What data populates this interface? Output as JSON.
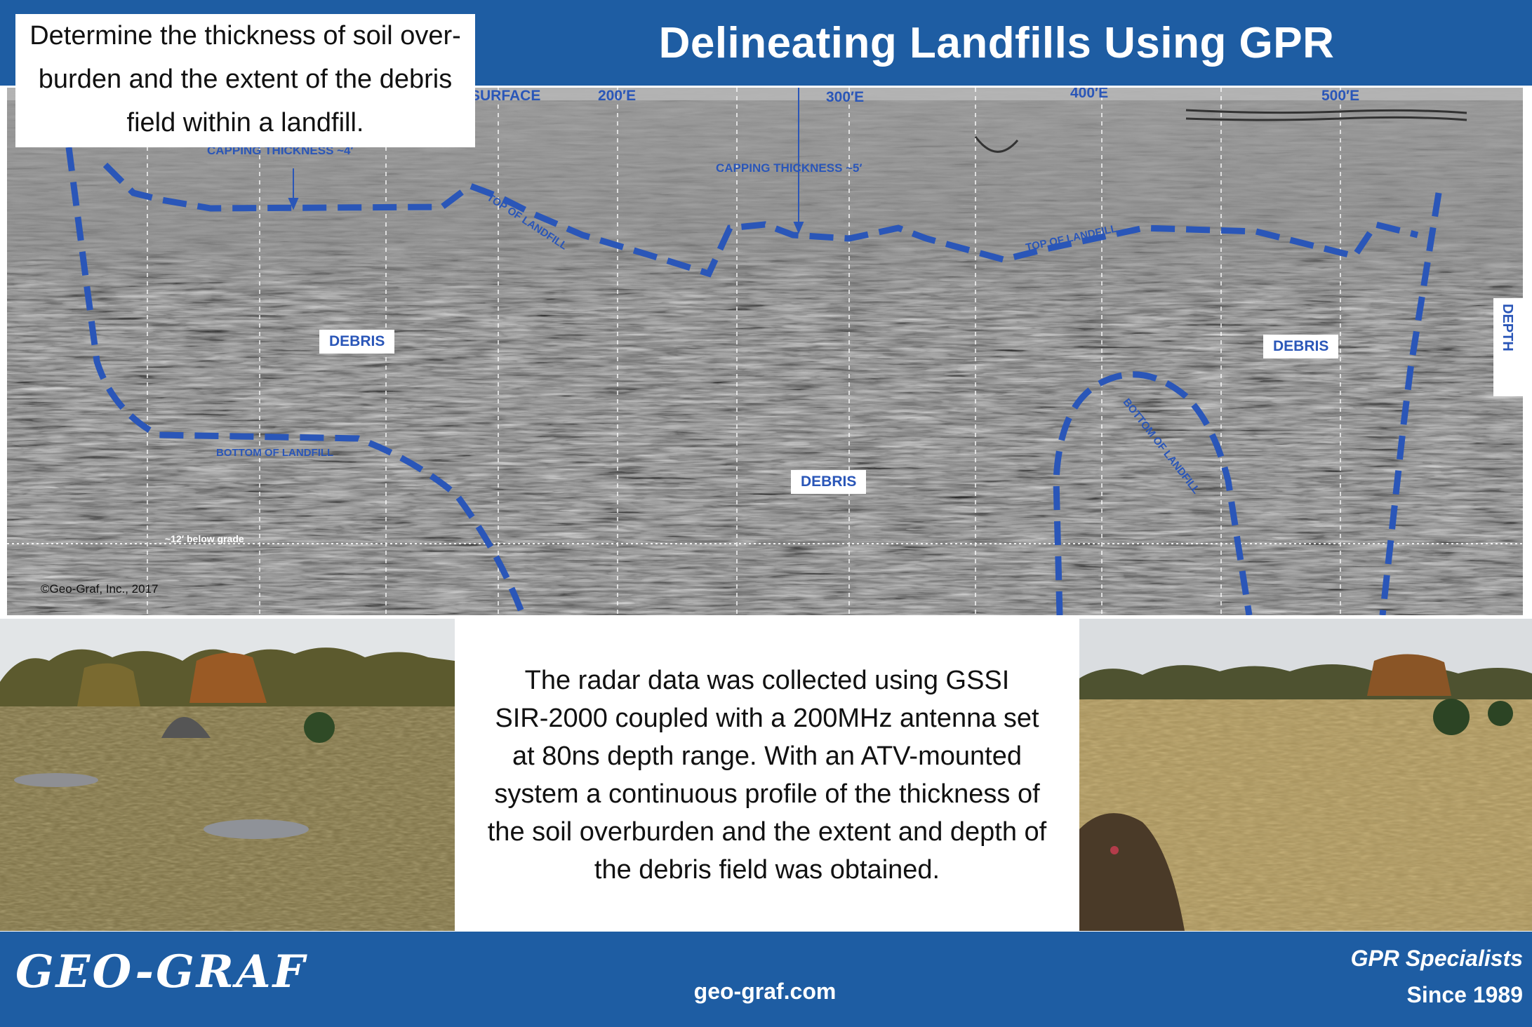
{
  "header": {
    "title": "Delineating Landfills Using GPR"
  },
  "callout": {
    "line1": "Determine the  thickness of soil over-",
    "line2": "burden and the extent of the debris",
    "line3": "field within a landfill."
  },
  "radargram": {
    "axis_labels": [
      "SURFACE",
      "200′E",
      "300′E",
      "400′E",
      "500′E"
    ],
    "depth_label": "DEPTH",
    "capping_left": "CAPPING THICKNESS ~4′",
    "capping_right": "CAPPING THICKNESS ~5′",
    "top_of_landfill_1": "TOP OF LANDFILL",
    "top_of_landfill_2": "TOP OF LANDFILL",
    "bottom_of_landfill_1": "BOTTOM OF LANDFILL",
    "bottom_of_landfill_2": "BOTTOM OF LANDFILL",
    "debris_labels": [
      "DEBRIS",
      "DEBRIS",
      "DEBRIS"
    ],
    "grade_note": "~12′ below grade",
    "copyright": "©Geo-Graf, Inc., 2017",
    "line_color": "#2a56b8"
  },
  "description": {
    "line1": "The radar data was collected using GSSI",
    "line2": "SIR-2000 coupled with a 200MHz antenna set",
    "line3": "at 80ns depth range. With an ATV-mounted",
    "line4": "system a continuous  profile of the thickness of",
    "line5": "the soil overburden and the extent and depth of",
    "line6": "the debris field was obtained."
  },
  "footer": {
    "logo": "GEO-GRAF",
    "website": "geo-graf.com",
    "tagline_1": "GPR Specialists",
    "tagline_2": "Since 1989"
  },
  "colors": {
    "brand_blue": "#1e5da3"
  }
}
